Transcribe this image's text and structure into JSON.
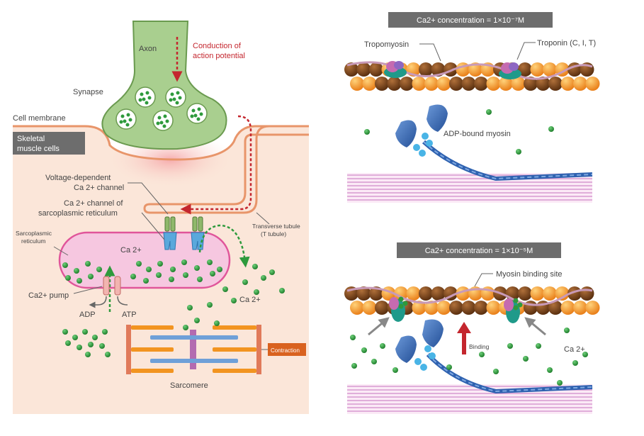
{
  "left_panel": {
    "labels": {
      "axon": "Axon",
      "conduction_line1": "Conduction of",
      "conduction_line2": "action potential",
      "synapse": "Synapse",
      "cell_membrane": "Cell membrane",
      "skeletal_line1": "Skeletal",
      "skeletal_line2": "muscle cells",
      "vd_channel_line1": "Voltage-dependent",
      "vd_channel_line2": "Ca 2+ channel",
      "sr_channel_line1": "Ca 2+ channel of",
      "sr_channel_line2": "sarcoplasmic reticulum",
      "sr_line1": "Sarcoplasmic",
      "sr_line2": "reticulum",
      "ca_in_sr": "Ca 2+",
      "ttubule_line1": "Transverse tubule",
      "ttubule_line2": "(T tubule)",
      "ca_pump": "Ca2+ pump",
      "adp": "ADP",
      "atp": "ATP",
      "ca_outside": "Ca 2+",
      "contraction": "Contraction",
      "sarcomere": "Sarcomere"
    }
  },
  "right_top": {
    "concentration": "Ca2+ concentration = 1×10⁻⁷M",
    "tropomyosin": "Tropomyosin",
    "troponin": "Troponin (C, I, T)",
    "adp_myosin": "ADP-bound myosin"
  },
  "right_bottom": {
    "concentration": "Ca2+ concentration = 1×10⁻⁵M",
    "binding_site": "Myosin binding site",
    "binding": "Binding",
    "ca": "Ca 2+"
  },
  "colors": {
    "cell_fill": "#fbe6d9",
    "membrane": "#e8956a",
    "axon_fill": "#a9cf8f",
    "axon_stroke": "#6a9a4f",
    "sr_fill": "#f6c7e0",
    "sr_stroke": "#e0559a",
    "ca_dot": "#2e9a3c",
    "red_arrow": "#c4262e",
    "label_box": "#6d6d6d",
    "actin_orange": "#f29420",
    "actin_brown": "#7a4419",
    "myosin_blue": "#2f62b0",
    "thick_filament": "#d79ad0",
    "contraction_box": "#d9621f"
  }
}
